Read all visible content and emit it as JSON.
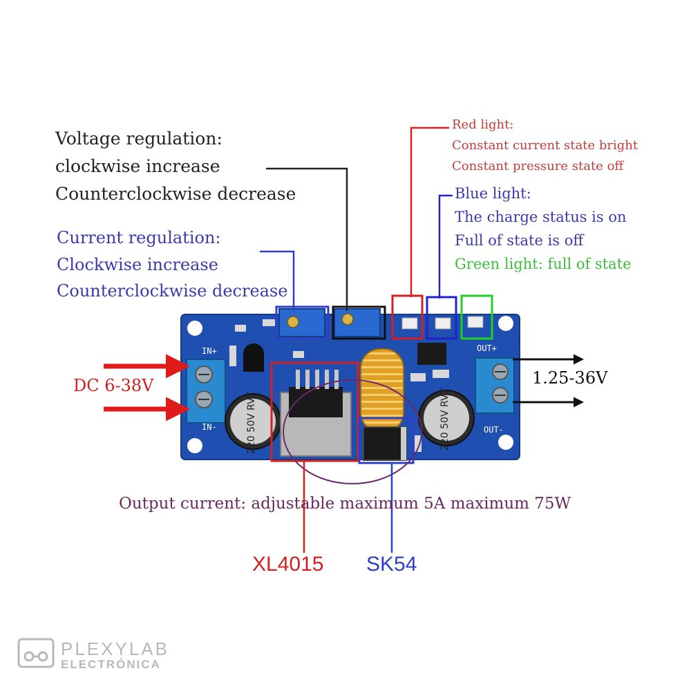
{
  "colors": {
    "black_text": "#222222",
    "red_text": "#c63b3b",
    "blue_text": "#3a3ab0",
    "green_text": "#3bbf3b",
    "purple_text": "#6a2a5a",
    "arrow_red": "#e01b1b",
    "board_blue": "#1f4fb0",
    "watermark": "#b8b8b8"
  },
  "voltage": {
    "line1": "Voltage regulation:",
    "line2": "clockwise increase",
    "line3": "Counterclockwise decrease"
  },
  "current": {
    "line1": "Current regulation:",
    "line2": "Clockwise increase",
    "line3": "Counterclockwise decrease"
  },
  "red_light": {
    "line1": "Red light:",
    "line2": "Constant current state bright",
    "line3": "Constant pressure state off"
  },
  "blue_light": {
    "line1": "Blue light:",
    "line2": "The charge status is on",
    "line3": "Full of state is off"
  },
  "green_light": {
    "line1": "Green light: full of state"
  },
  "input_label": "DC 6-38V",
  "output_label": "1.25-36V",
  "output_current": "Output current: adjustable maximum 5A maximum 75W",
  "chip_label": "XL4015",
  "diode_label": "SK54",
  "board": {
    "in_plus": "IN+",
    "in_minus": "IN-",
    "out_plus": "OUT+",
    "out_minus": "OUT-",
    "cap_left": "220 50V RVT",
    "cap_right": "220 50V RVT"
  },
  "logo": {
    "line1": "PLEXYLAB",
    "line2": "ELECTRÓNICA"
  }
}
